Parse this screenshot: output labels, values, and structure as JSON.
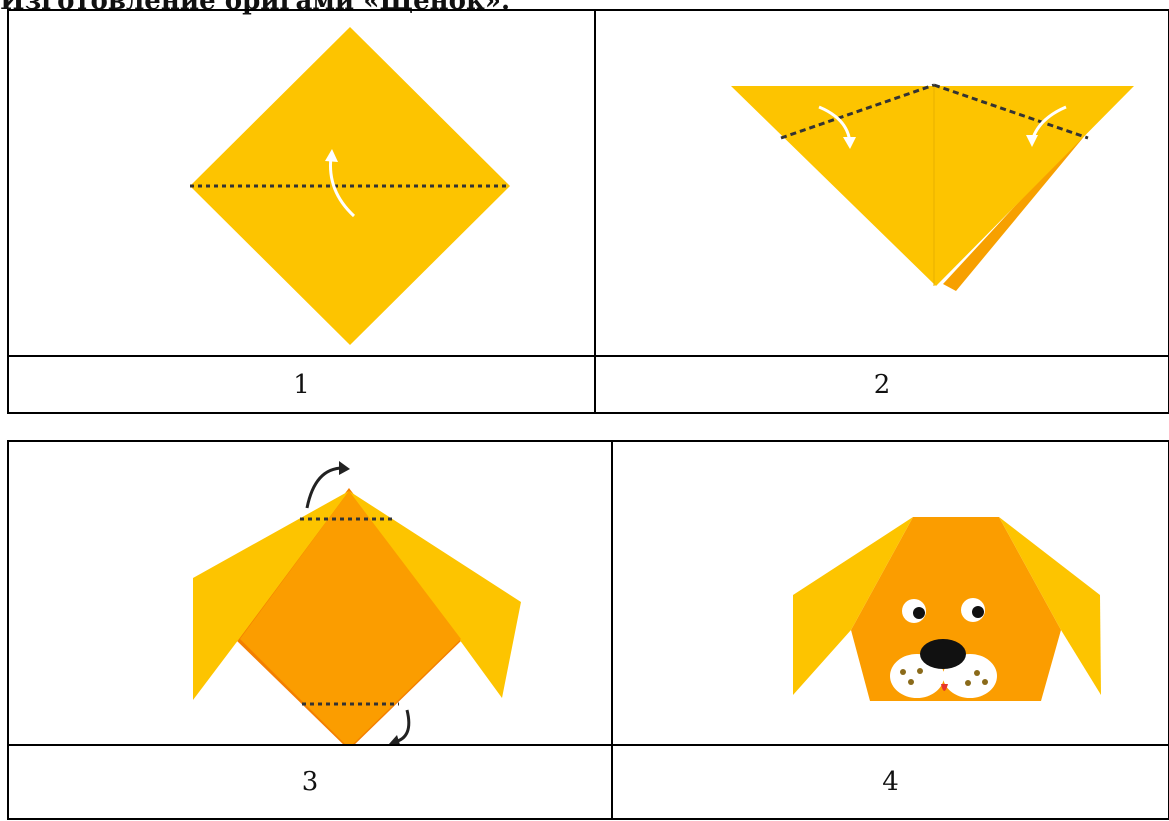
{
  "title": "Изготовление оригами «Щенок».",
  "steps": [
    {
      "number": "1"
    },
    {
      "number": "2"
    },
    {
      "number": "3"
    },
    {
      "number": "4"
    }
  ],
  "colors": {
    "paper_yellow": "#FDC400",
    "paper_orange": "#FB9D00",
    "paper_dark_orange": "#F37F00",
    "fold_line": "#333333",
    "arrow": "#ffffff",
    "arrow_dark": "#222222",
    "nose": "#111111",
    "tongue": "#E8362A",
    "muzzle": "#ffffff",
    "freckles": "#8A6A1A"
  }
}
